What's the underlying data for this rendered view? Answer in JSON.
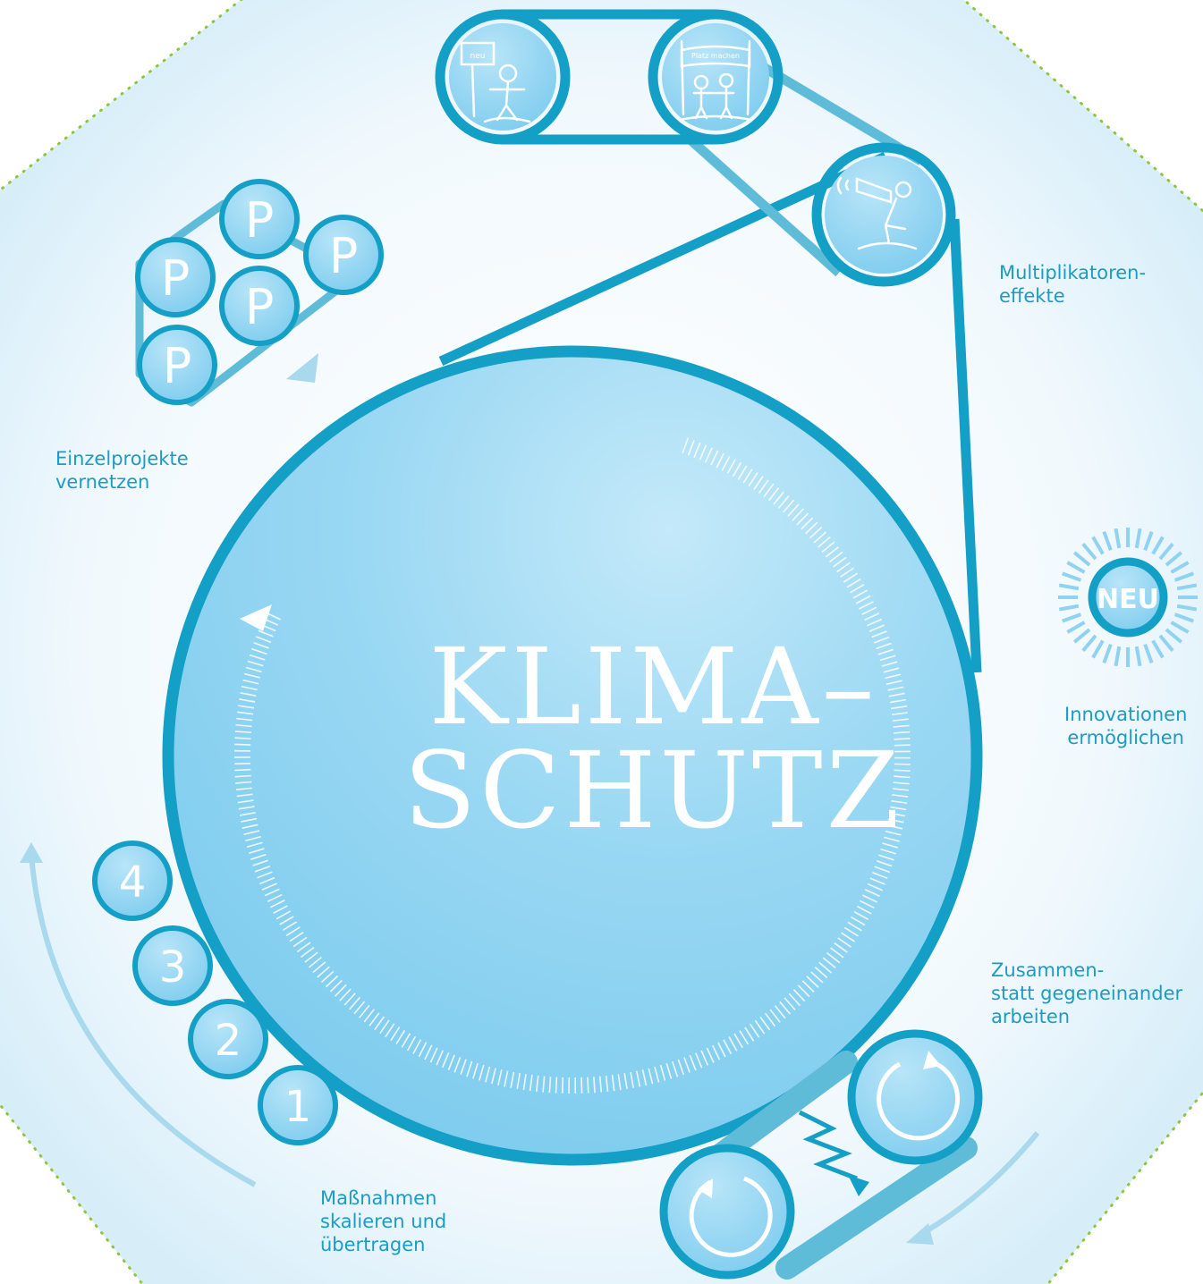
{
  "title": {
    "line1": "KLIMA–",
    "line2": "SCHUTZ"
  },
  "labels": {
    "multiplikatoren": "Multiplikatoren-\neffekte",
    "einzelprojekte": "Einzelprojekte\nvernetzen",
    "innovationen": "Innovationen\nermöglichen",
    "zusammen": "Zusammen-\nstatt gegeneinander\narbeiten",
    "massnahmen": "Maßnahmen\nskalieren und\nübertragen"
  },
  "project_badges": [
    "P",
    "P",
    "P",
    "P",
    "P"
  ],
  "step_badges": [
    "4",
    "3",
    "2",
    "1"
  ],
  "new_badge": "NEU",
  "sign_text": "neu",
  "banner_text": "Platz machen",
  "colors": {
    "primary": "#139fc6",
    "primary_dark": "#0c94bc",
    "fill": "#8fd2f2",
    "fill_light": "#c4e9f9",
    "belt_light": "#5fbcd8",
    "dots": "#8cc63f",
    "label": "#1a9cc4"
  }
}
